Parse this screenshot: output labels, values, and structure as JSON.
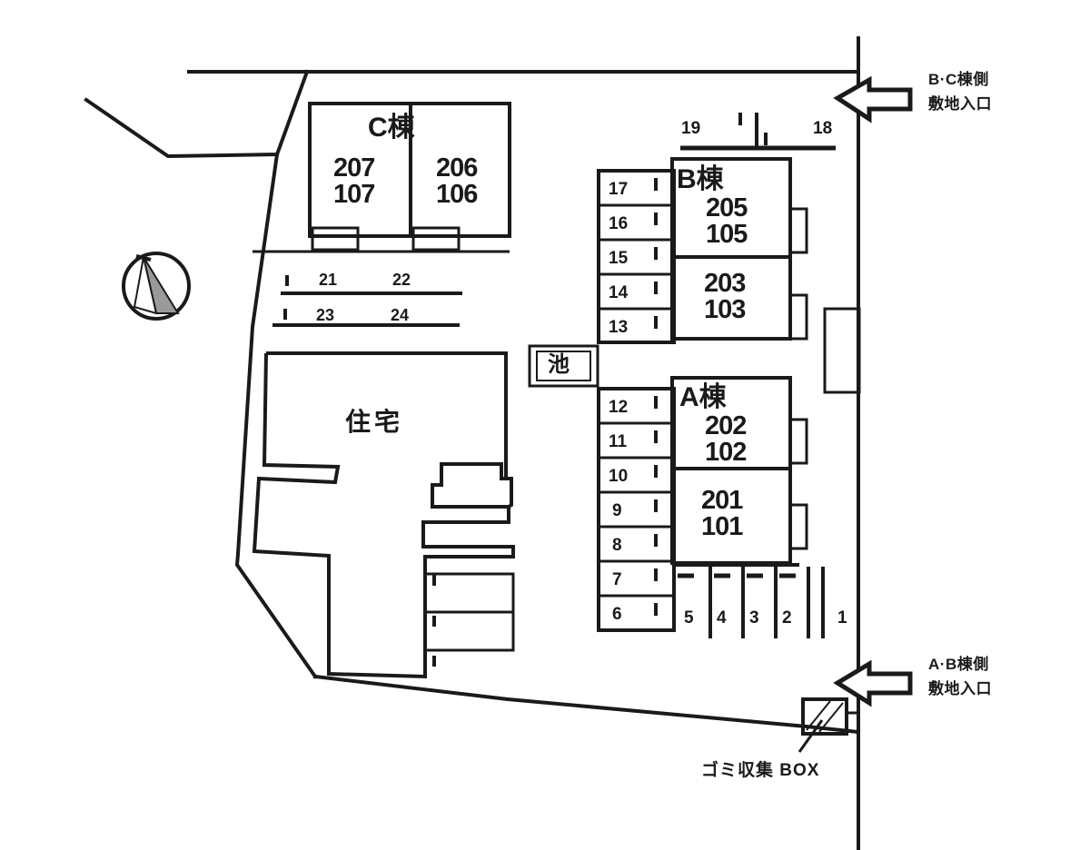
{
  "plan": {
    "title": "apartment-site-plan",
    "ink_color": "#1a1a1a"
  },
  "buildings": [
    {
      "id": "building-c",
      "name": "C棟",
      "units": [
        {
          "upper": "207",
          "lower": "107"
        },
        {
          "upper": "206",
          "lower": "106"
        }
      ]
    },
    {
      "id": "building-b",
      "name": "B棟",
      "units": [
        {
          "upper": "205",
          "lower": "105"
        },
        {
          "upper": "203",
          "lower": "103"
        }
      ]
    },
    {
      "id": "building-a",
      "name": "A棟",
      "units": [
        {
          "upper": "202",
          "lower": "102"
        },
        {
          "upper": "201",
          "lower": "101"
        }
      ]
    }
  ],
  "labels": {
    "building_c_name": "C棟",
    "c_unit_1_upper": "207",
    "c_unit_1_lower": "107",
    "c_unit_2_upper": "206",
    "c_unit_2_lower": "106",
    "building_b_name": "B棟",
    "b_unit_1_upper": "205",
    "b_unit_1_lower": "105",
    "b_unit_2_upper": "203",
    "b_unit_2_lower": "103",
    "building_a_name": "A棟",
    "a_unit_1_upper": "202",
    "a_unit_1_lower": "102",
    "a_unit_2_upper": "201",
    "a_unit_2_lower": "101",
    "pond": "池",
    "house": "住宅",
    "trash_box": "ゴミ収集 BOX",
    "entrance_bc_line1": "B·C棟側",
    "entrance_bc_line2": "敷地入口",
    "entrance_ab_line1": "A·B棟側",
    "entrance_ab_line2": "敷地入口"
  },
  "parking": {
    "column_left": [
      "17",
      "16",
      "15",
      "14",
      "13",
      "12",
      "11",
      "10",
      "9",
      "8",
      "7",
      "6"
    ],
    "bottom_row": [
      "5",
      "4",
      "3",
      "2",
      "1"
    ],
    "top_row": [
      "19",
      "18"
    ],
    "mid_row_upper": [
      "21",
      "22"
    ],
    "mid_row_lower": [
      "23",
      "24"
    ]
  },
  "markers": {
    "compass": "north-compass"
  }
}
